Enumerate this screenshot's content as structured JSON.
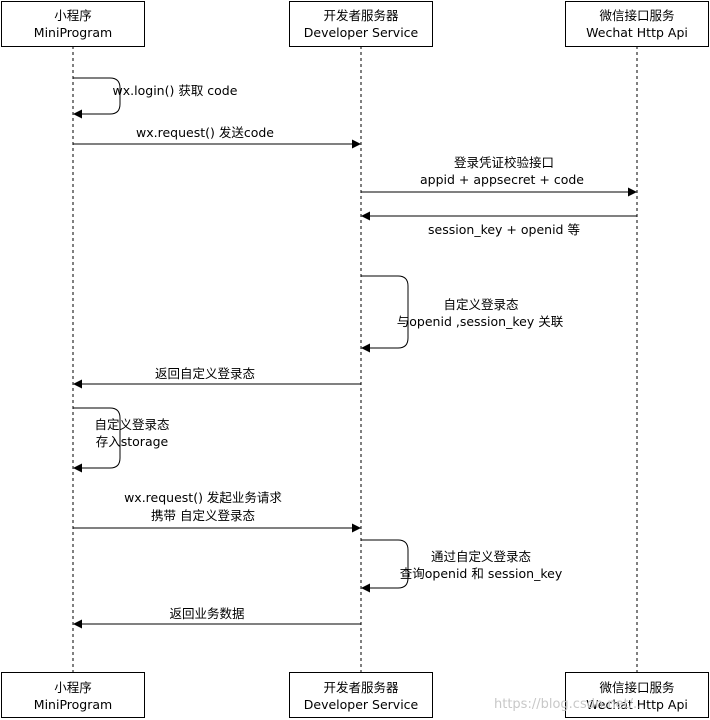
{
  "participants": [
    {
      "id": "mini",
      "line1": "小程序",
      "line2": "MiniProgram"
    },
    {
      "id": "dev",
      "line1": "开发者服务器",
      "line2": "Developer Service"
    },
    {
      "id": "wx",
      "line1": "微信接口服务",
      "line2": "Wechat Http Api"
    }
  ],
  "messages": {
    "m1": "wx.login() 获取 code",
    "m2": "wx.request() 发送code",
    "m3_l1": "登录凭证校验接口",
    "m3_l2": "appid + appsecret + code",
    "m4": "session_key + openid 等",
    "m5_l1": "自定义登录态",
    "m5_l2": "与openid ,session_key 关联",
    "m6": "返回自定义登录态",
    "m7_l1": "自定义登录态",
    "m7_l2": "存入storage",
    "m8_l1": "wx.request() 发起业务请求",
    "m8_l2": "携带 自定义登录态",
    "m9_l1": "通过自定义登录态",
    "m9_l2": "查询openid 和 session_key",
    "m10": "返回业务数据"
  },
  "watermark": "https://blog.csdn.net/..."
}
